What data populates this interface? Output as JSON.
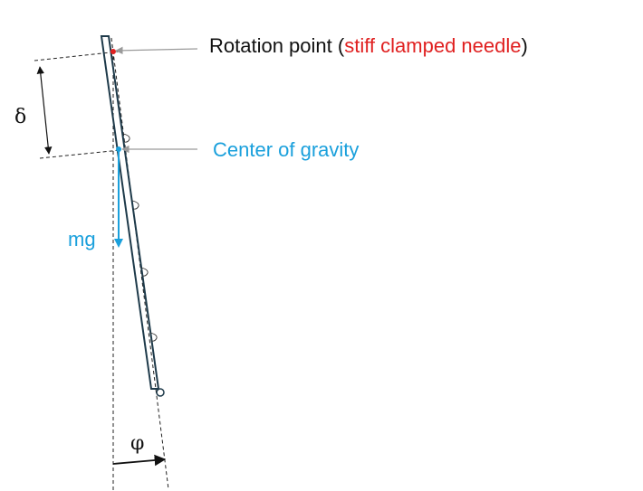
{
  "labels": {
    "rotation_point_prefix": "Rotation point (",
    "rotation_point_highlight": "stiff clamped needle",
    "rotation_point_suffix": ")",
    "center_of_gravity": "Center of gravity",
    "mg": "mg",
    "delta": "δ",
    "phi": "φ"
  },
  "colors": {
    "text": "#111111",
    "highlight": "#e02020",
    "accent": "#1aa0dc",
    "needle_outline": "#1e3a4a",
    "dashed": "#222222",
    "pointer": "#9a9a9a"
  }
}
